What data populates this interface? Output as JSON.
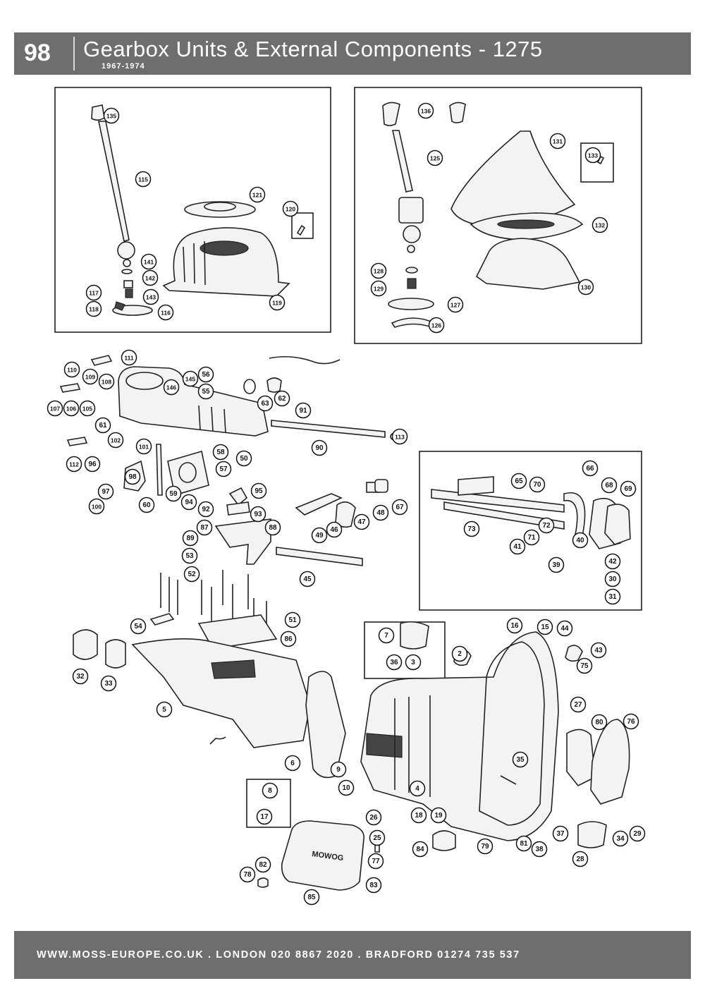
{
  "header": {
    "page_number": "98",
    "title": "Gearbox Units & External Components - 1275",
    "years": "1967-1974"
  },
  "footer": {
    "text": "WWW.MOSS-EUROPE.CO.UK . LONDON 020 8867 2020 . BRADFORD 01274 735 537"
  },
  "diagram": {
    "cover_marking": "MOWOG",
    "callouts": [
      "135",
      "115",
      "121",
      "120",
      "141",
      "142",
      "143",
      "117",
      "118",
      "116",
      "119",
      "136",
      "125",
      "131",
      "133",
      "132",
      "128",
      "129",
      "127",
      "126",
      "130",
      "111",
      "110",
      "109",
      "108",
      "146",
      "145",
      "56",
      "55",
      "107",
      "106",
      "105",
      "63",
      "62",
      "61",
      "91",
      "102",
      "101",
      "58",
      "57",
      "50",
      "90",
      "113",
      "112",
      "96",
      "98",
      "97",
      "100",
      "60",
      "59",
      "94",
      "92",
      "95",
      "93",
      "87",
      "88",
      "89",
      "53",
      "52",
      "54",
      "51",
      "86",
      "45",
      "49",
      "46",
      "47",
      "48",
      "67",
      "65",
      "70",
      "66",
      "68",
      "69",
      "73",
      "72",
      "71",
      "41",
      "40",
      "39",
      "42",
      "30",
      "31",
      "32",
      "33",
      "5",
      "6",
      "7",
      "36",
      "3",
      "2",
      "16",
      "15",
      "44",
      "43",
      "75",
      "27",
      "80",
      "76",
      "8",
      "17",
      "9",
      "10",
      "4",
      "18",
      "19",
      "35",
      "81",
      "38",
      "37",
      "34",
      "29",
      "28",
      "26",
      "25",
      "77",
      "79",
      "78",
      "82",
      "83",
      "85",
      "84"
    ]
  }
}
